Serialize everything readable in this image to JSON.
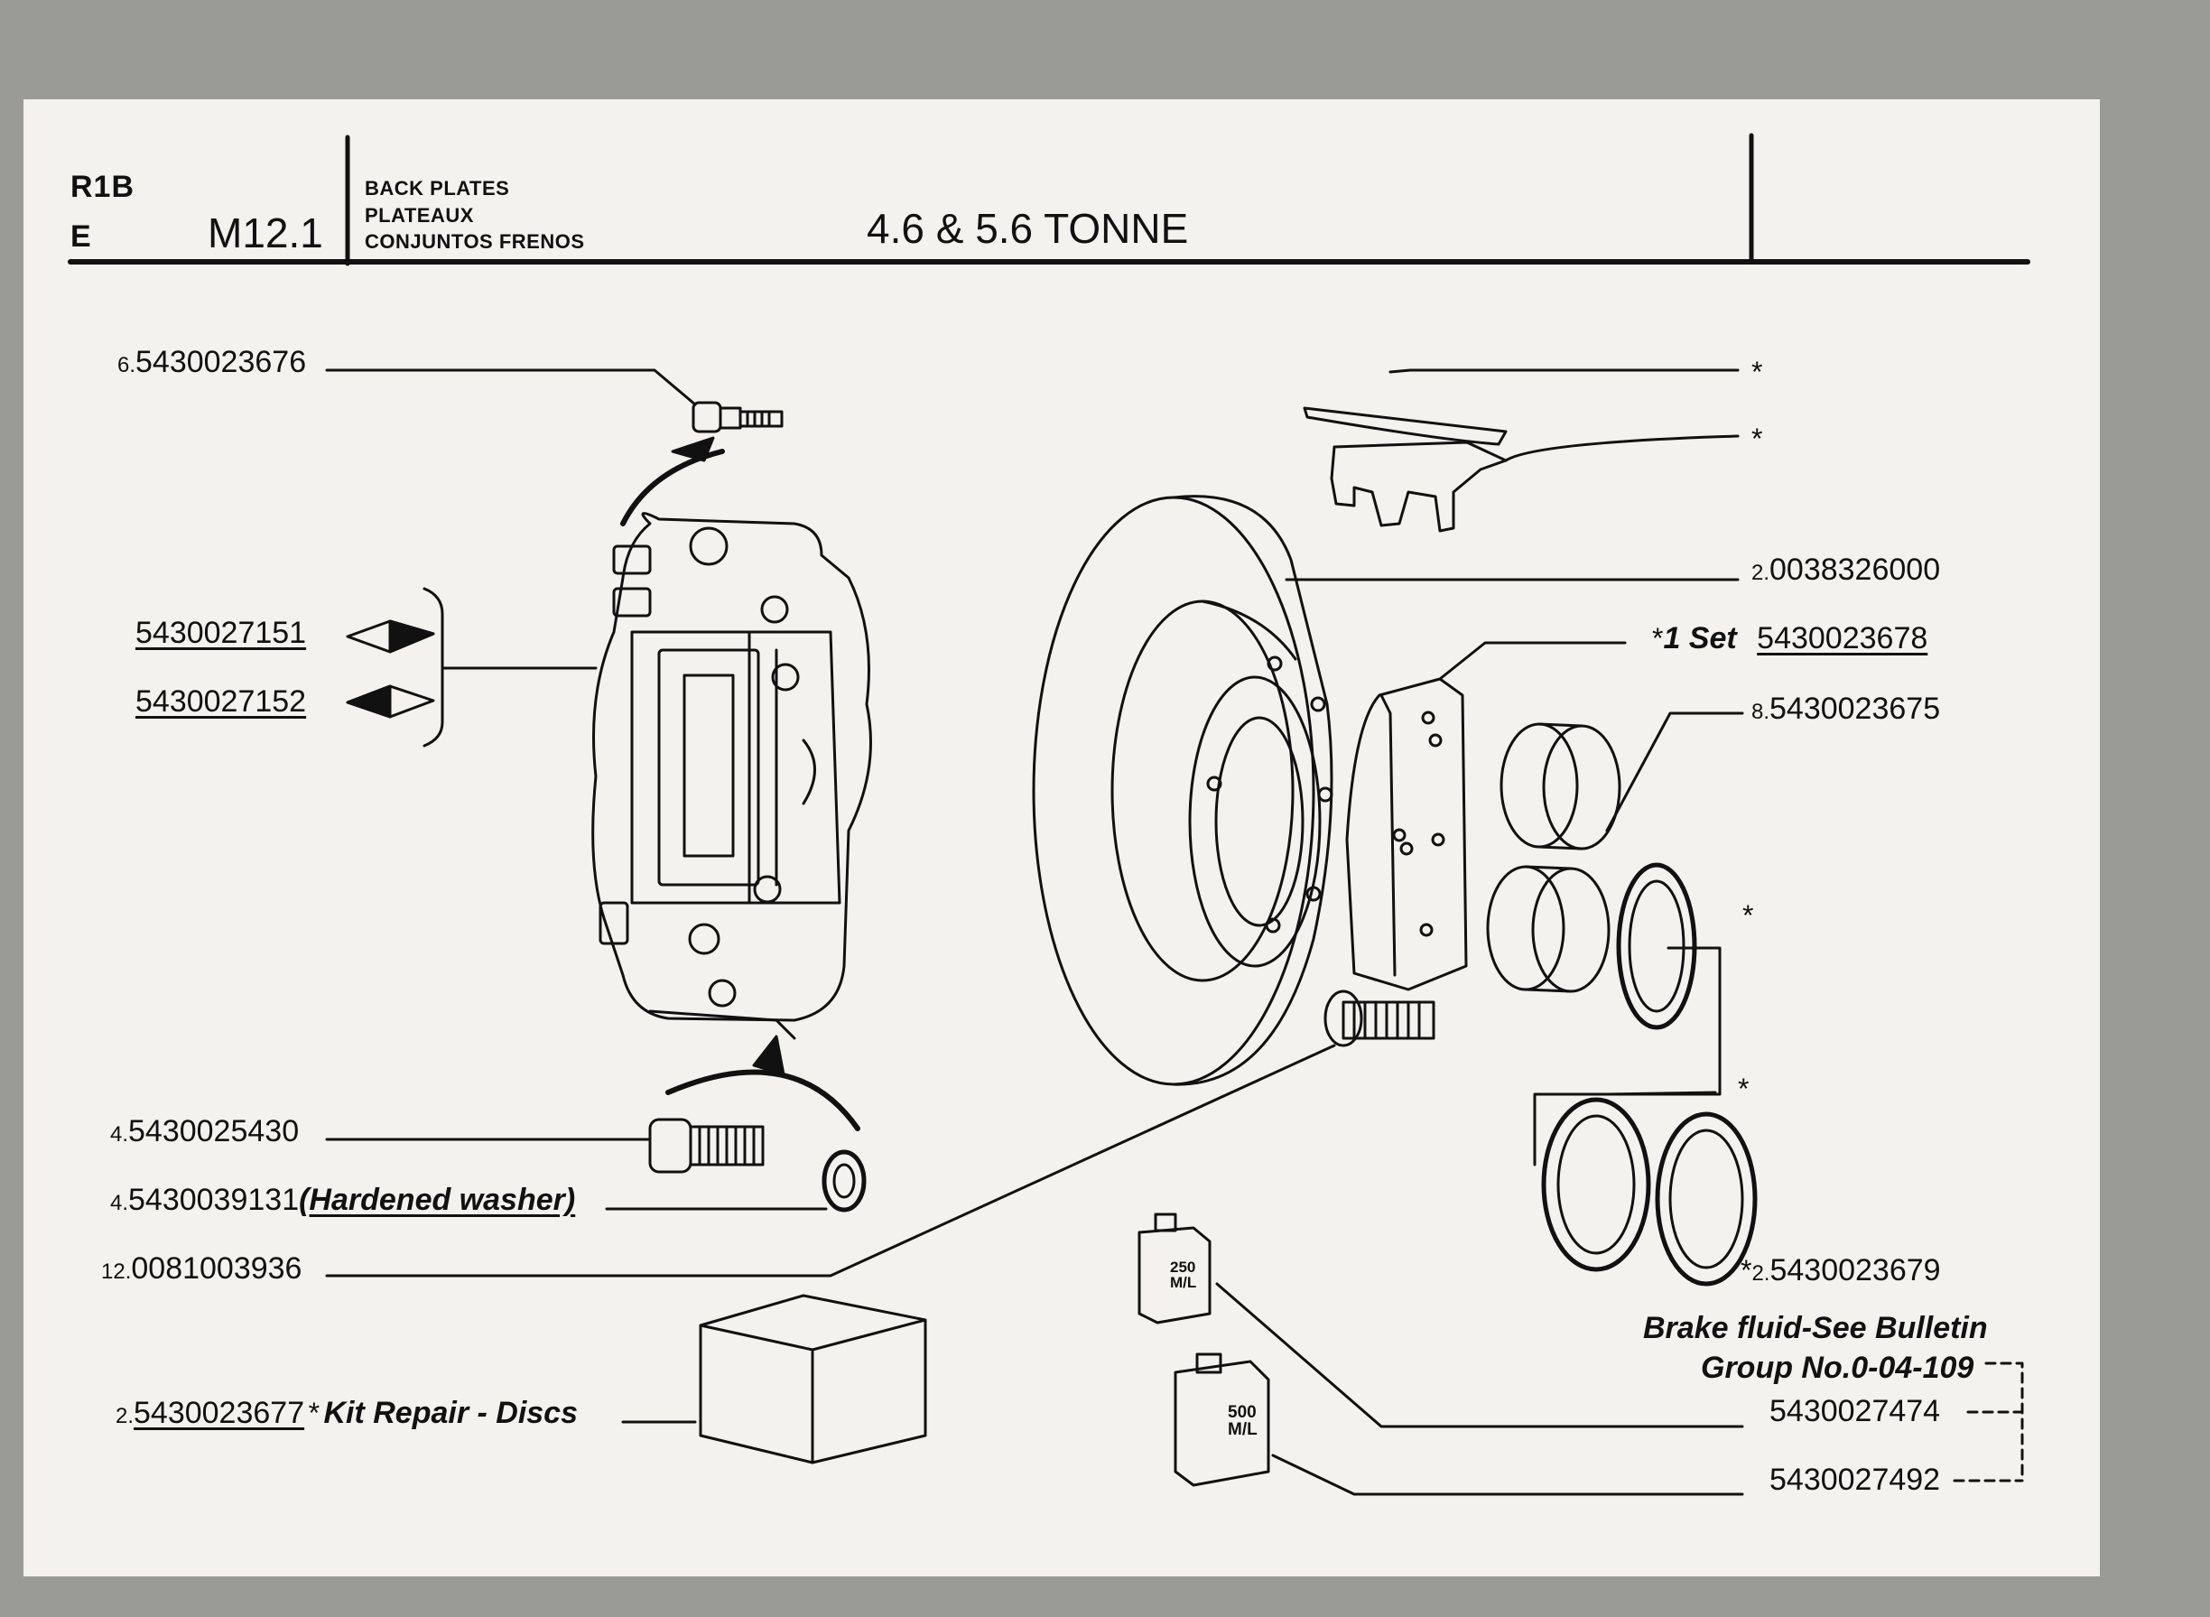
{
  "header": {
    "group_code": "R1B",
    "letter": "E",
    "model": "M12.1",
    "desc_lines": [
      "BACK PLATES",
      "PLATEAUX",
      "CONJUNTOS FRENOS"
    ],
    "title": "4.6 & 5.6 TONNE"
  },
  "callouts": {
    "bleed_screw": {
      "qty": "6.",
      "part": "5430023676"
    },
    "caliper_rh": {
      "part": "5430027151"
    },
    "caliper_lh": {
      "part": "5430027152"
    },
    "bolt": {
      "qty": "4.",
      "part": "5430025430"
    },
    "washer": {
      "qty": "4.",
      "part": "5430039131",
      "note": "(Hardened washer)"
    },
    "disc_bolt": {
      "qty": "12.",
      "part": "0081003936"
    },
    "kit": {
      "qty": "2.",
      "part": "5430023677",
      "marker": "*",
      "note": "Kit Repair - Discs"
    },
    "pin_marker": "*",
    "spring_marker": "*",
    "disc": {
      "qty": "2.",
      "part": "0038326000"
    },
    "pad_set": {
      "marker": "*",
      "note": "1 Set",
      "part": "5430023678"
    },
    "piston": {
      "qty": "8.",
      "part": "5430023675"
    },
    "seal_marker_1": "*",
    "seal_marker_2": "*",
    "seal_kit": {
      "marker": "*",
      "qty": "2.",
      "part": "5430023679"
    },
    "fluid_note_1": "Brake fluid-See Bulletin",
    "fluid_note_2": "Group No.0-04-109",
    "fluid_250": {
      "part": "5430027474",
      "can_label_1": "250",
      "can_label_2": "M/L"
    },
    "fluid_500": {
      "part": "5430027492",
      "can_label_1": "500",
      "can_label_2": "M/L"
    }
  }
}
